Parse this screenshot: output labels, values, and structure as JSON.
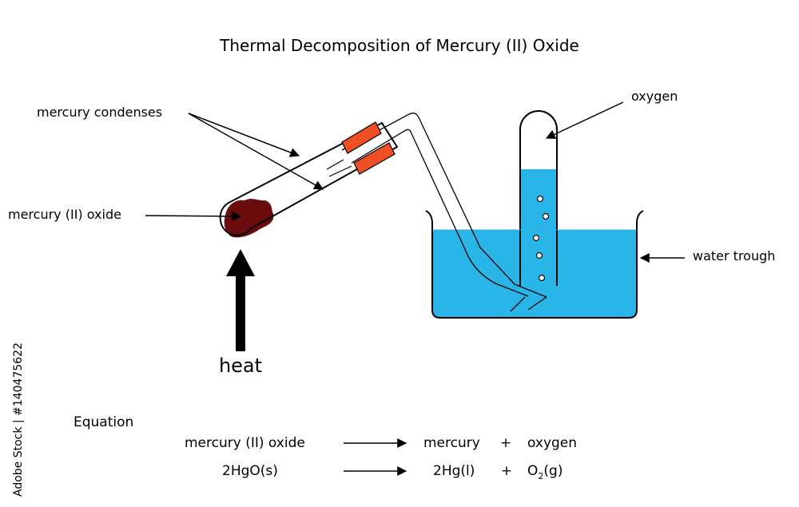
{
  "title": "Thermal Decomposition of Mercury (II) Oxide",
  "labels": {
    "mercury_condenses": "mercury condenses",
    "mercury_oxide": "mercury (II) oxide",
    "oxygen": "oxygen",
    "water_trough": "water trough",
    "heat": "heat"
  },
  "equation": {
    "heading": "Equation",
    "words": {
      "reactant": "mercury (II) oxide",
      "product1": "mercury",
      "plus": "+",
      "product2": "oxygen"
    },
    "symbols": {
      "reactant": "2HgO(s)",
      "product1": "2Hg(l)",
      "plus": "+",
      "product2_base": "O",
      "product2_sub": "2",
      "product2_state": "(g)"
    }
  },
  "watermark": "Adobe Stock | #140475622",
  "colors": {
    "water": "#29b5e8",
    "oxide": "#6b0c0c",
    "stopper": "#f04e23",
    "outline": "#000000"
  }
}
